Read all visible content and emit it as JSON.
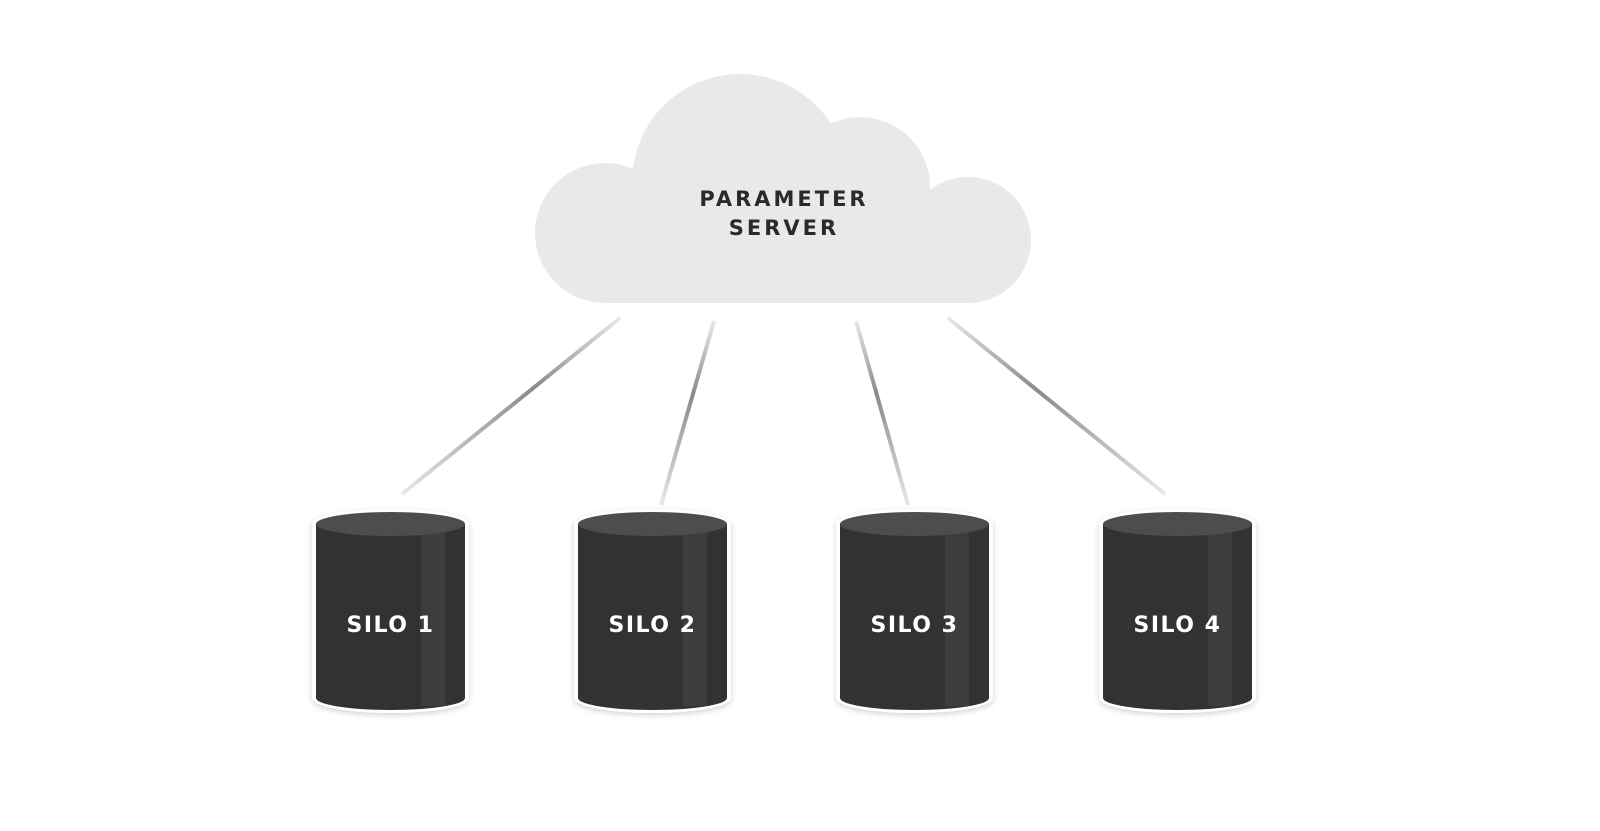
{
  "server": {
    "line1": "PARAMETER",
    "line2": "SERVER"
  },
  "silos": [
    {
      "label": "SILO 1"
    },
    {
      "label": "SILO 2"
    },
    {
      "label": "SILO 3"
    },
    {
      "label": "SILO 4"
    }
  ],
  "colors": {
    "cloud": "#e9e9e9",
    "silo_body": "#333333",
    "silo_top": "#4e4e4e",
    "silo_highlight": "#3c3c3c",
    "link": "#8a8a8a",
    "text_dark": "#2a2a2a",
    "text_light": "#ffffff"
  }
}
